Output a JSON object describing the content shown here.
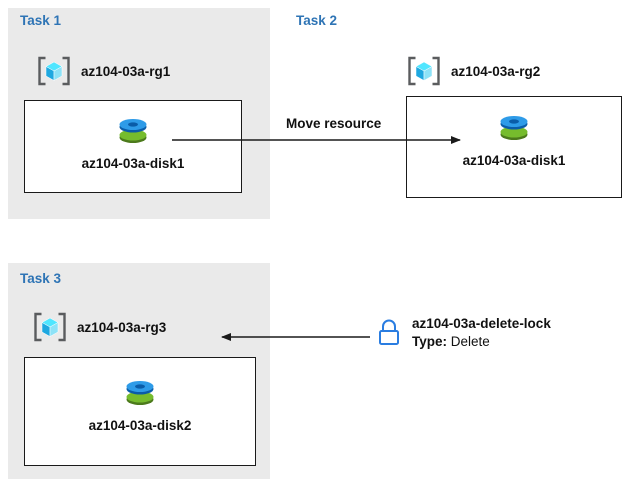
{
  "colors": {
    "panel_bg": "#eaeaea",
    "task_title": "#2e74b5",
    "box_border": "#1a1a1a",
    "arrow": "#1a1a1a",
    "lock_stroke": "#2a7de1",
    "disk_blue": "#2e9be8",
    "disk_green": "#76bc2d"
  },
  "tasks": [
    {
      "label": "Task 1",
      "rg": "az104-03a-rg1",
      "disk": "az104-03a-disk1"
    },
    {
      "label": "Task 2",
      "rg": "az104-03a-rg2",
      "disk": "az104-03a-disk1"
    },
    {
      "label": "Task 3",
      "rg": "az104-03a-rg3",
      "disk": "az104-03a-disk2"
    }
  ],
  "move_label": "Move resource",
  "lock": {
    "name": "az104-03a-delete-lock",
    "type_label": "Type:",
    "type_value": "Delete"
  }
}
